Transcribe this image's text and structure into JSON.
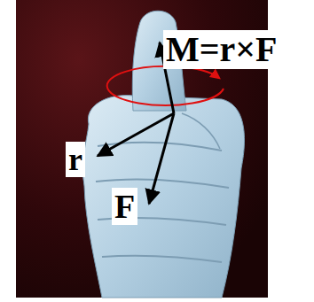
{
  "diagram": {
    "labels": [
      "M=r×F",
      "r",
      "F"
    ]
  }
}
